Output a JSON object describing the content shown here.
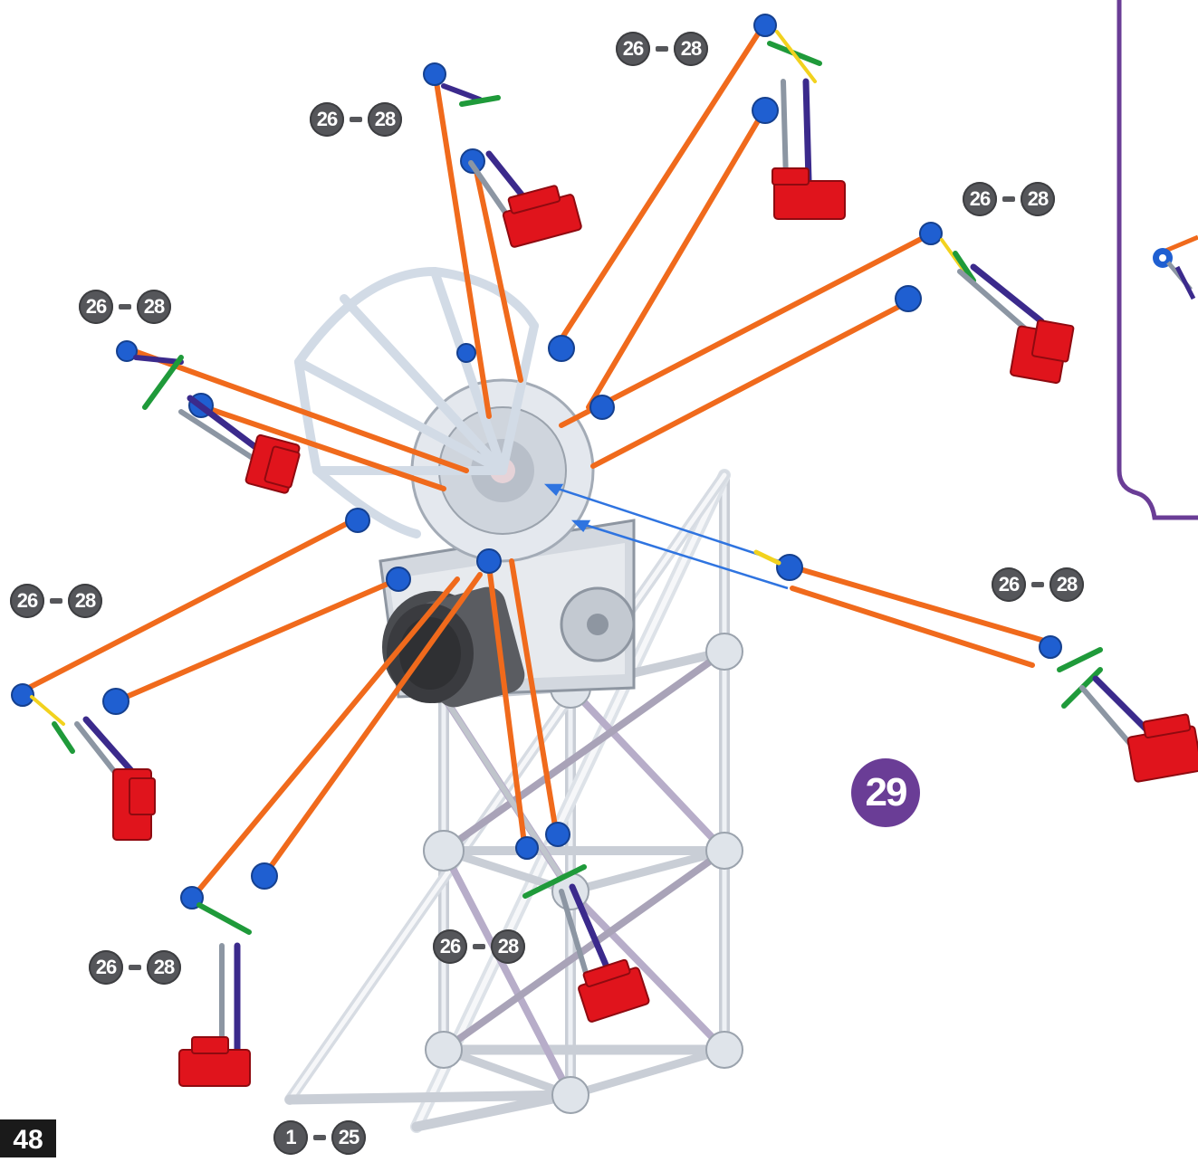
{
  "page": {
    "number": "48",
    "step_number": "29",
    "accent_color": "#6a3d96"
  },
  "step_refs": [
    {
      "from": "26",
      "to": "28",
      "arm": "top-left"
    },
    {
      "from": "26",
      "to": "28",
      "arm": "top"
    },
    {
      "from": "26",
      "to": "28",
      "arm": "upper-right"
    },
    {
      "from": "26",
      "to": "28",
      "arm": "left"
    },
    {
      "from": "26",
      "to": "28",
      "arm": "far-left"
    },
    {
      "from": "26",
      "to": "28",
      "arm": "right"
    },
    {
      "from": "26",
      "to": "28",
      "arm": "bottom-left"
    },
    {
      "from": "26",
      "to": "28",
      "arm": "bottom"
    }
  ],
  "base_ref": {
    "from": "1",
    "to": "25"
  },
  "part_colors": {
    "rod_orange": "#f06a1c",
    "connector_blue": "#1f5fd1",
    "seat_red": "#e0141c",
    "rod_yellow": "#f2d21e",
    "connector_green": "#1f9a3a",
    "rod_purple": "#3b2a8c",
    "frame_grey": "#c9ced6",
    "motor_grey": "#4a4c50",
    "arrow_blue": "#2f74e0"
  }
}
